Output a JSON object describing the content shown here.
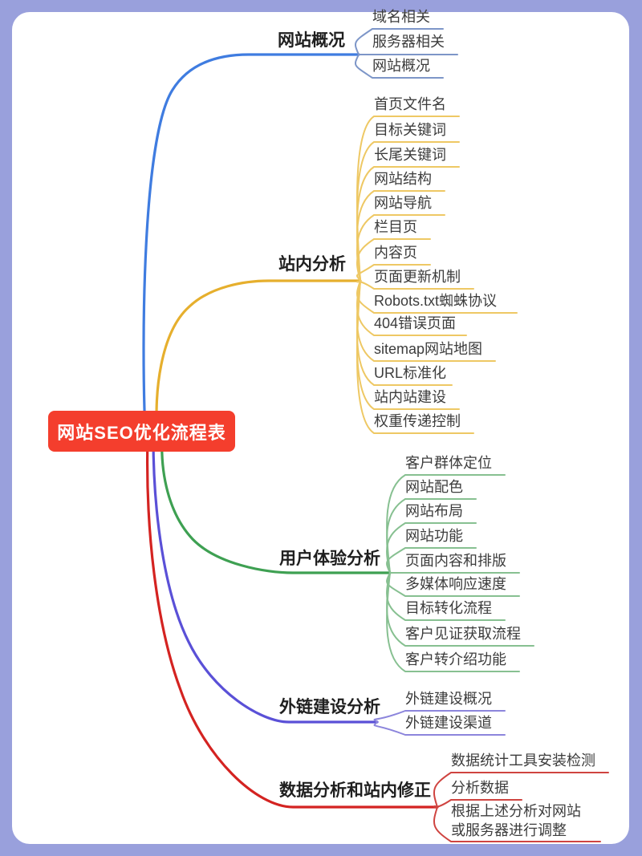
{
  "frame": {
    "color": "#99a0dc",
    "background": "#ffffff"
  },
  "root": {
    "label": "网站SEO优化流程表",
    "background": "#f43e2d",
    "text_color": "#ffffff"
  },
  "branches": [
    {
      "label": "网站概况",
      "color": "#3f7ce0",
      "leaf_color": "#7d96c8",
      "children": [
        "域名相关",
        "服务器相关",
        "网站概况"
      ]
    },
    {
      "label": "站内分析",
      "color": "#e6af2d",
      "leaf_color": "#eec864",
      "children": [
        "首页文件名",
        "目标关键词",
        "长尾关键词",
        "网站结构",
        "网站导航",
        "栏目页",
        "内容页",
        "页面更新机制",
        "Robots.txt蜘蛛协议",
        "404错误页面",
        "sitemap网站地图",
        "URL标准化",
        "站内站建设",
        "权重传递控制"
      ]
    },
    {
      "label": "用户体验分析",
      "color": "#3ea052",
      "leaf_color": "#87c091",
      "children": [
        "客户群体定位",
        "网站配色",
        "网站布局",
        "网站功能",
        "页面内容和排版",
        "多媒体响应速度",
        "目标转化流程",
        "客户见证获取流程",
        "客户转介绍功能"
      ]
    },
    {
      "label": "外链建设分析",
      "color": "#5a50d7",
      "leaf_color": "#8c85dc",
      "children": [
        "外链建设概况",
        "外链建设渠道"
      ]
    },
    {
      "label": "数据分析和站内修正",
      "color": "#d42321",
      "leaf_color": "#cf4440",
      "children": [
        "数据统计工具安装检测",
        "分析数据",
        "根据上述分析对网站或服务器进行调整"
      ]
    }
  ]
}
